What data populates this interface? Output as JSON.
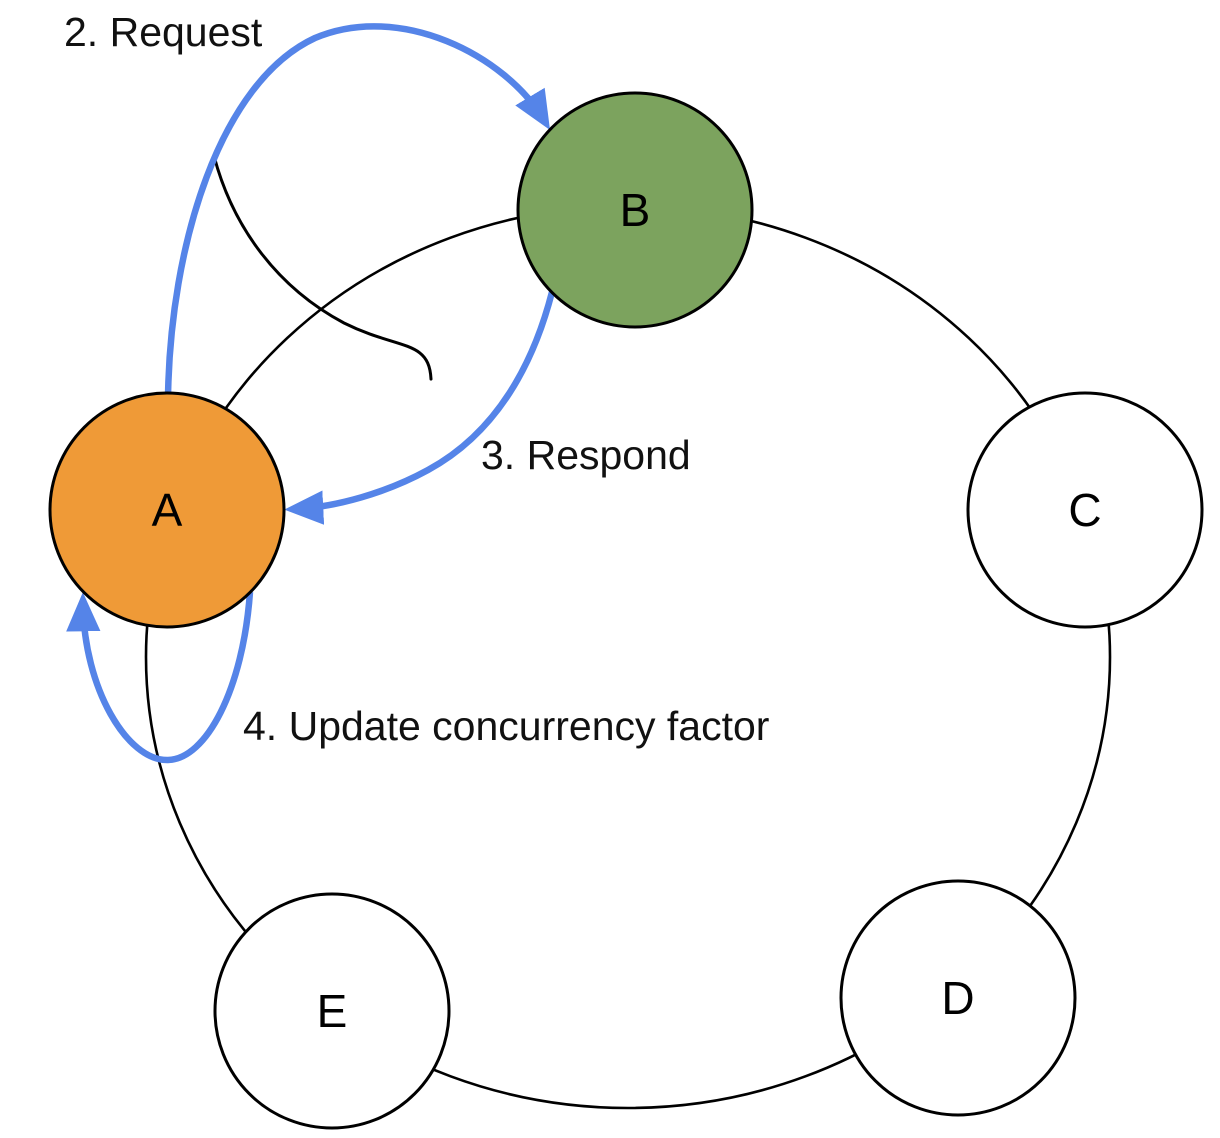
{
  "diagram": {
    "type": "node-link-cycle",
    "nodes": [
      {
        "id": "A",
        "label": "A",
        "fill": "#EF9A37"
      },
      {
        "id": "B",
        "label": "B",
        "fill": "#7CA35E"
      },
      {
        "id": "C",
        "label": "C",
        "fill": "#FFFFFF"
      },
      {
        "id": "D",
        "label": "D",
        "fill": "#FFFFFF"
      },
      {
        "id": "E",
        "label": "E",
        "fill": "#FFFFFF"
      }
    ],
    "arrows": [
      {
        "id": "request",
        "from": "A",
        "to": "B",
        "label": "2. Request"
      },
      {
        "id": "respond",
        "from": "B",
        "to": "A",
        "label": "3. Respond"
      },
      {
        "id": "update",
        "from": "A",
        "to": "A",
        "label": "4. Update concurrency factor"
      }
    ],
    "colors": {
      "arrow": "#5584E8",
      "outline": "#000000",
      "text": "#111111"
    }
  }
}
